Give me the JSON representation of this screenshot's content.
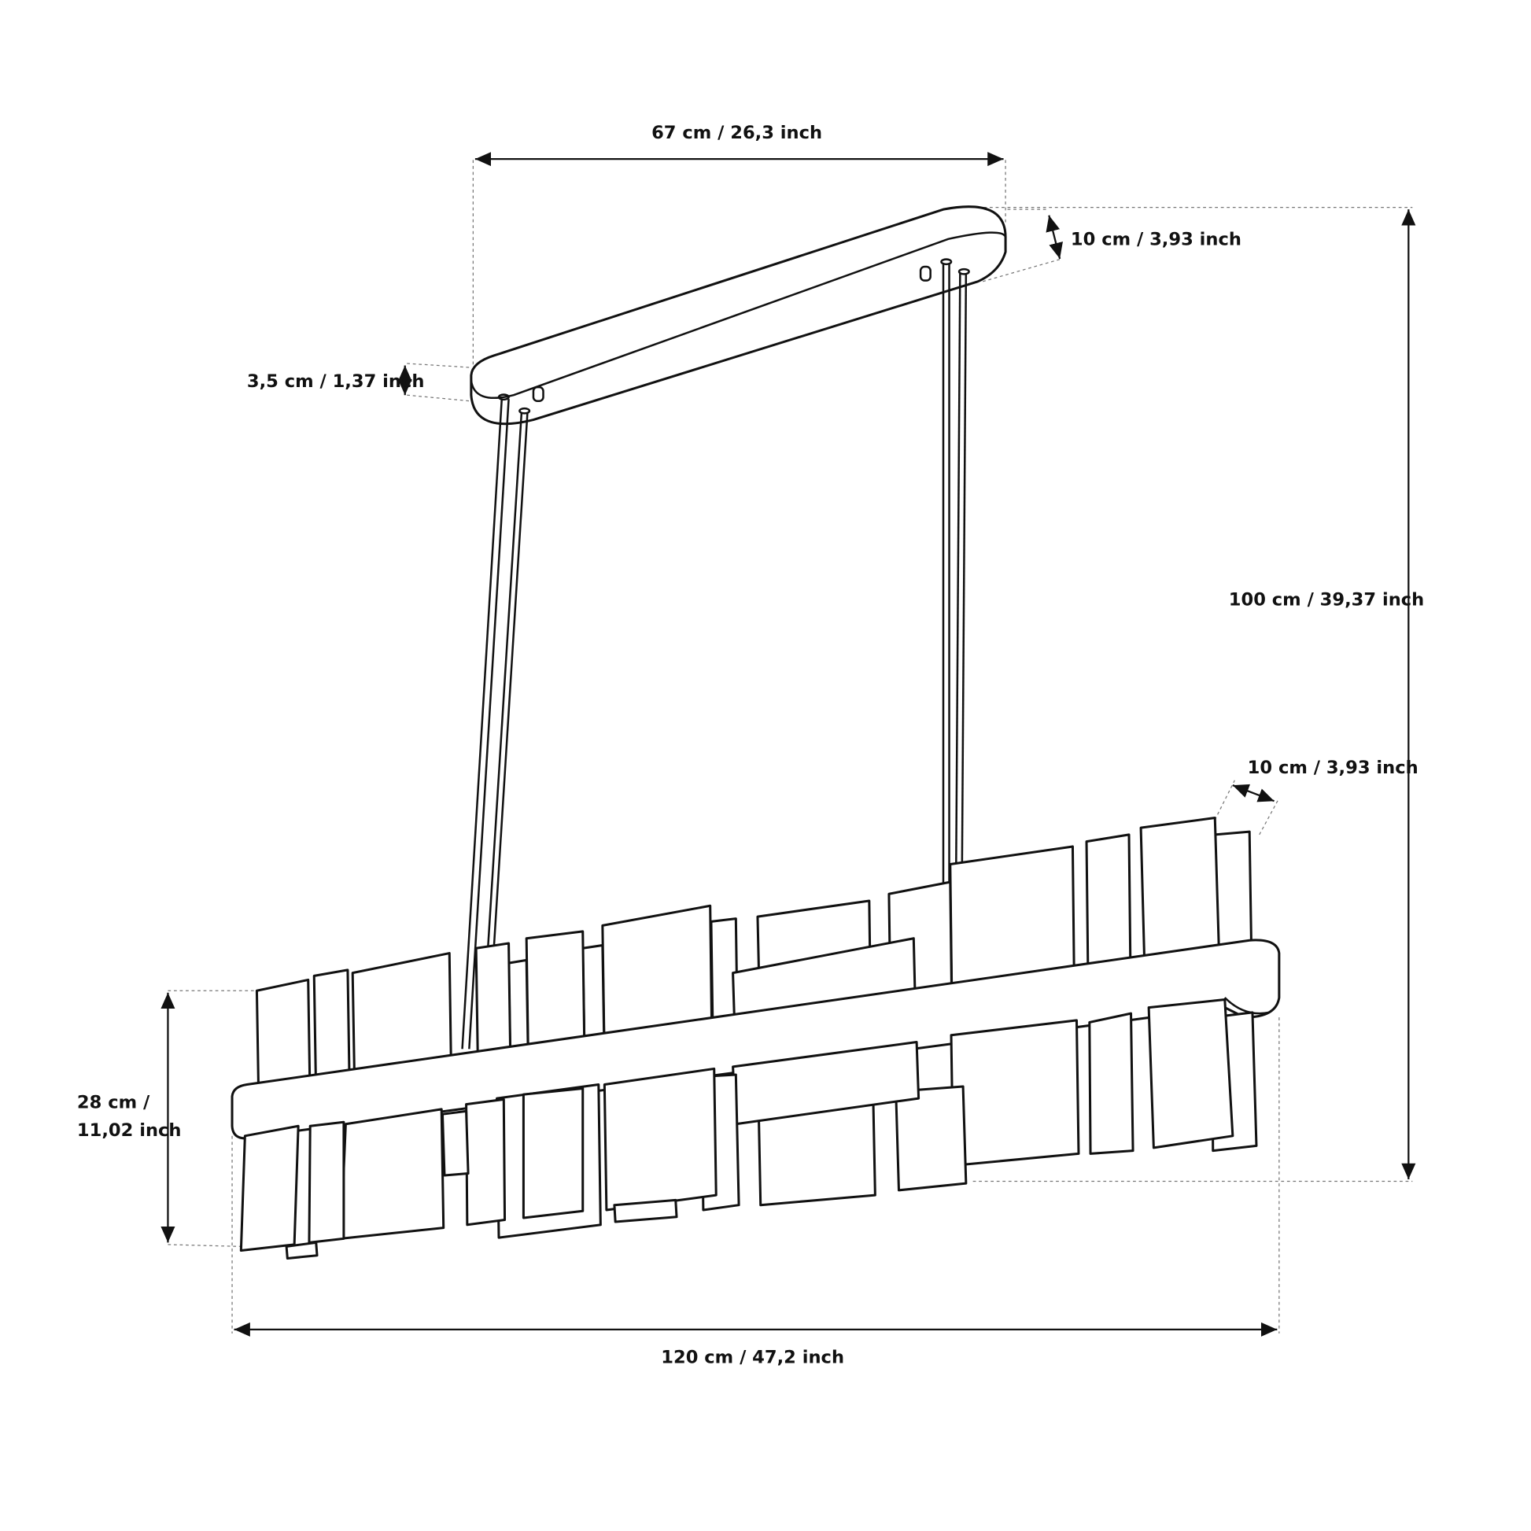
{
  "dimensions": {
    "canopy_length": "67 cm / 26,3 inch",
    "canopy_depth": "10 cm / 3,93 inch",
    "canopy_height": "3,5 cm / 1,37 inch",
    "total_height": "100 cm / 39,37 inch",
    "body_depth": "10 cm / 3,93 inch",
    "body_height_line1": "28 cm /",
    "body_height_line2": "11,02 inch",
    "body_length": "120 cm / 47,2 inch"
  }
}
